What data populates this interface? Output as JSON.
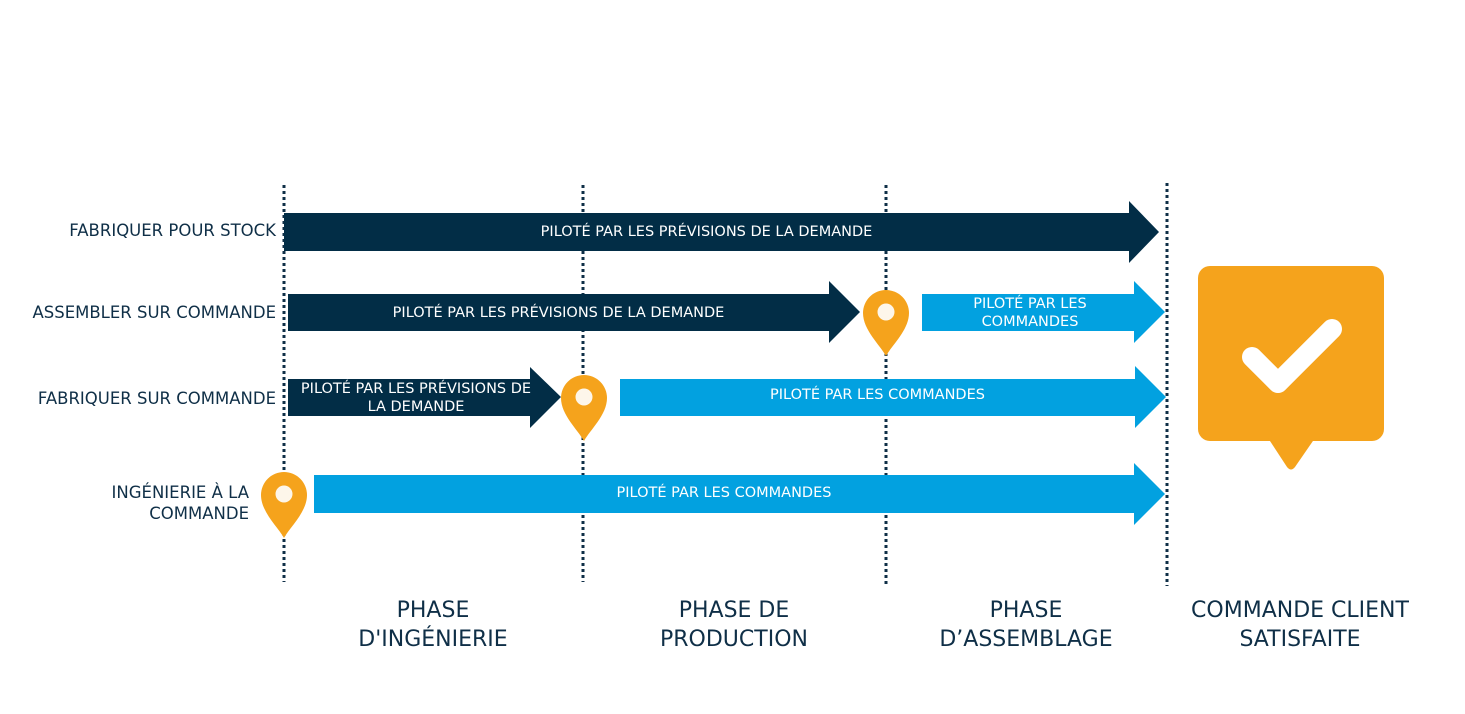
{
  "colors": {
    "forecast": "#022d46",
    "orders": "#02a1e0",
    "pin": "#f5a31c",
    "divider": "#0f2f47",
    "text": "#0f2f47"
  },
  "rows": [
    {
      "label": "FABRIQUER POUR STOCK"
    },
    {
      "label": "ASSEMBLER SUR COMMANDE"
    },
    {
      "label": "FABRIQUER SUR COMMANDE"
    },
    {
      "label": "INGÉNIERIE À LA COMMANDE"
    }
  ],
  "arrows": [
    {
      "row": 0,
      "kind": "forecast",
      "text": "PILOTÉ PAR LES PRÉVISIONS DE LA DEMANDE"
    },
    {
      "row": 1,
      "kind": "forecast",
      "text": "PILOTÉ PAR LES PRÉVISIONS DE LA DEMANDE"
    },
    {
      "row": 1,
      "kind": "orders",
      "text": "PILOTÉ PAR LES COMMANDES"
    },
    {
      "row": 2,
      "kind": "forecast",
      "text": "PILOTÉ PAR LES PRÉVISIONS DE LA DEMANDE"
    },
    {
      "row": 2,
      "kind": "orders",
      "text": "PILOTÉ PAR LES COMMANDES"
    },
    {
      "row": 3,
      "kind": "orders",
      "text": "PILOTÉ PAR LES COMMANDES"
    }
  ],
  "decoupling_points": [
    {
      "row": 1,
      "phase_boundary": 2
    },
    {
      "row": 2,
      "phase_boundary": 1
    },
    {
      "row": 3,
      "phase_boundary": 0
    }
  ],
  "phases": [
    {
      "label": "PHASE D'INGÉNIERIE"
    },
    {
      "label": "PHASE DE PRODUCTION"
    },
    {
      "label": "PHASE D’ASSEMBLAGE"
    },
    {
      "label": "COMMANDE CLIENT SATISFAITE"
    }
  ],
  "final_icon": "checkmark-speech-bubble-icon"
}
